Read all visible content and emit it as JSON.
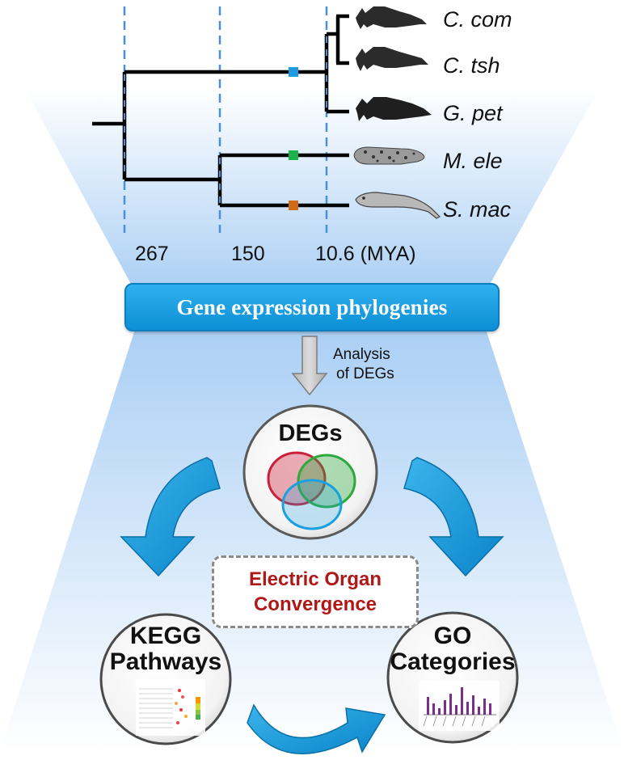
{
  "phylogeny": {
    "species": [
      "C. com",
      "C. tsh",
      "G. pet",
      "M. ele",
      "S. mac"
    ],
    "divergence_times": [
      "267",
      "150",
      "10.6 (MYA)"
    ],
    "branch_markers": [
      {
        "color": "#1e9be0"
      },
      {
        "color": "#1bb349"
      },
      {
        "color": "#d06a16"
      }
    ]
  },
  "banner": {
    "label": "Gene expression phylogenies"
  },
  "analysis_arrow": {
    "label_line1": "Analysis",
    "label_line2": "of DEGs"
  },
  "degs": {
    "title": "DEGs",
    "venn_colors": [
      "#c8213a",
      "#2ca93c",
      "#1aa0e0"
    ]
  },
  "convergence": {
    "line1": "Electric Organ",
    "line2": "Convergence"
  },
  "kegg": {
    "title_line1": "KEGG",
    "title_line2": "Pathways"
  },
  "go": {
    "title_line1": "GO",
    "title_line2": "Categories"
  },
  "colors": {
    "accent_blue": "#1394d8",
    "convergence_red": "#b01818",
    "bg_gradient": "#a8cdf3"
  }
}
